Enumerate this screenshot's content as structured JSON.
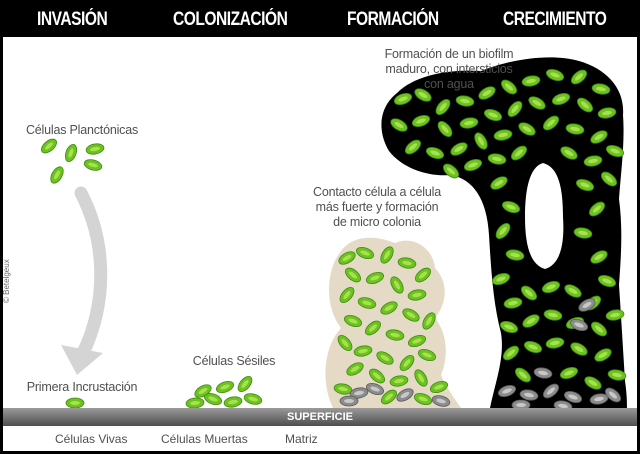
{
  "stages": [
    "INVASIÓN",
    "COLONIZACIÓN",
    "FORMACIÓN",
    "CRECIMIENTO"
  ],
  "labels": {
    "planktonic": "Células Planctónicas",
    "first_attachment": "Primera Incrustación",
    "sessile": "Células Sésiles",
    "contact_line1": "Contacto célula a célula",
    "contact_line2": "más fuerte y formación",
    "contact_line3": "de micro colonia",
    "mature_line1": "Formación de un biofilm",
    "mature_line2": "maduro, con intersticios",
    "mature_line3": "con agua"
  },
  "surface": "SUPERFICIE",
  "legend": {
    "live": "Células Vivas",
    "dead": "Células Muertas",
    "matrix": "Matriz"
  },
  "credit": "© Betelgeux",
  "colors": {
    "live_cell": "#6cc21f",
    "live_cell_core": "#a8e04f",
    "dead_cell": "#8c8c8c",
    "dead_cell_core": "#c8c8c8",
    "matrix": "#e4dac6",
    "arrow": "#d4d4d4"
  }
}
